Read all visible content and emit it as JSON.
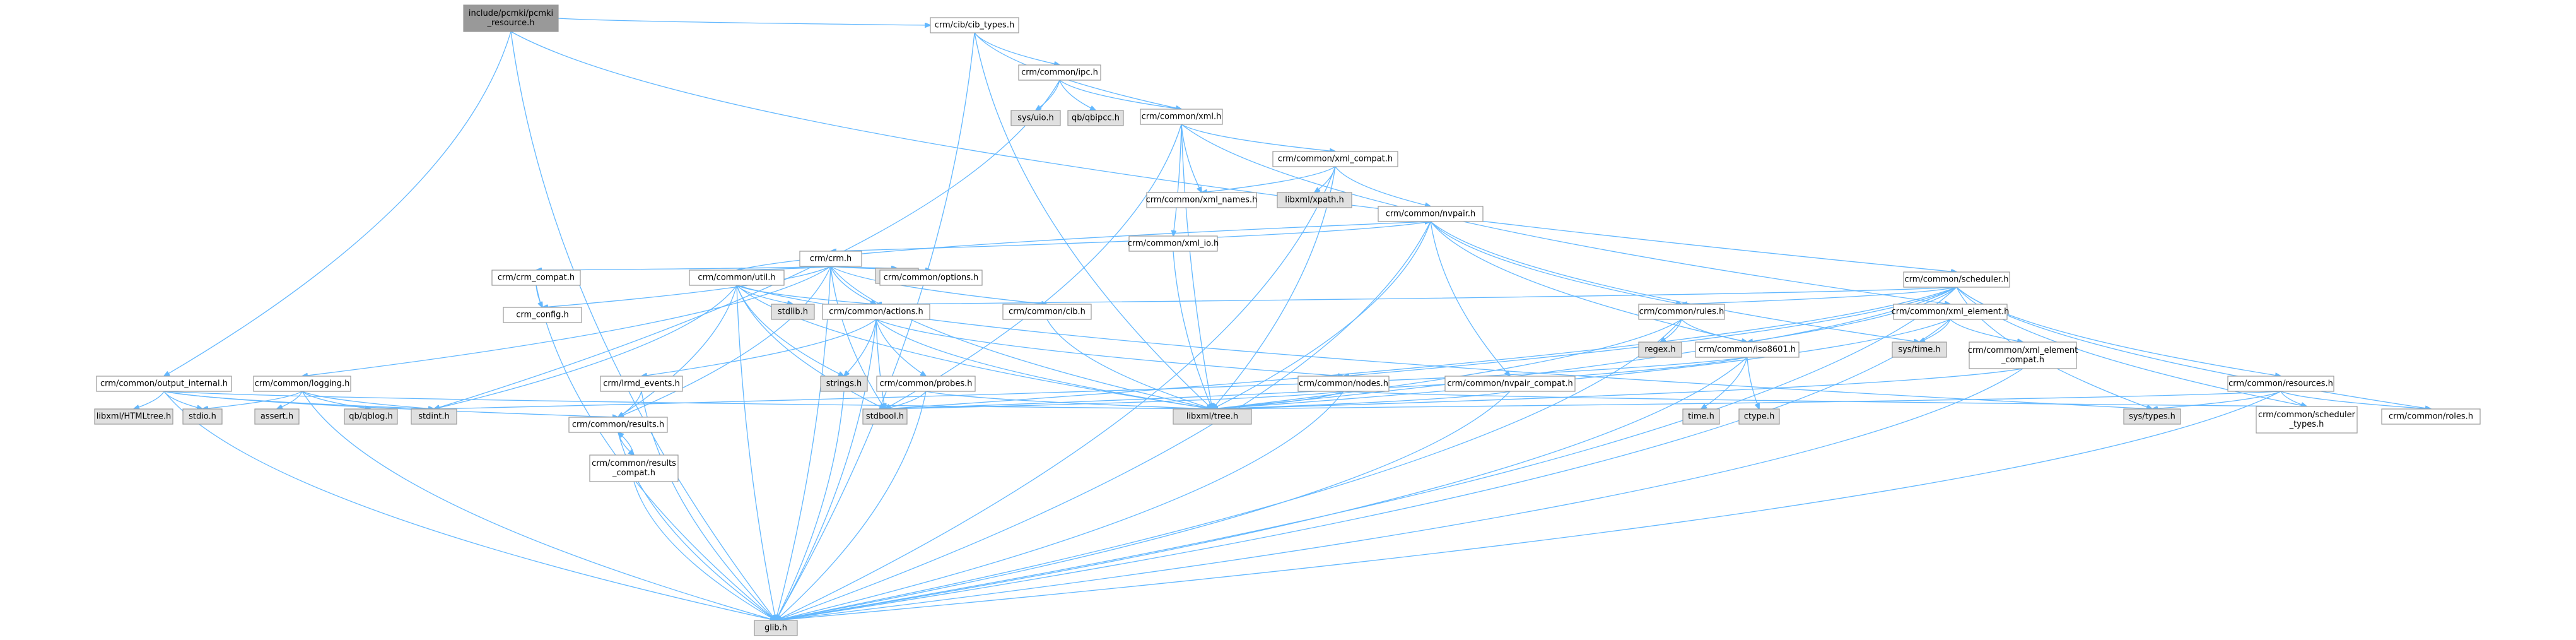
{
  "colors": {
    "root_fill": "#999999",
    "node_fill": "#ffffff",
    "system_fill": "#e0e0e0",
    "error_border": "#ff0000",
    "edge": "#63b8ff",
    "border": "#999999"
  },
  "nodes": [
    {
      "id": "root",
      "lines": [
        "include/pcmki/pcmki",
        "_resource.h"
      ],
      "kind": "root"
    },
    {
      "id": "cib_types",
      "lines": [
        "crm/cib/cib_types.h"
      ],
      "kind": "local"
    },
    {
      "id": "ipc",
      "lines": [
        "crm/common/ipc.h"
      ],
      "kind": "local"
    },
    {
      "id": "sysuio",
      "lines": [
        "sys/uio.h"
      ],
      "kind": "system"
    },
    {
      "id": "qbipcc",
      "lines": [
        "qb/qbipcc.h"
      ],
      "kind": "system"
    },
    {
      "id": "xml",
      "lines": [
        "crm/common/xml.h"
      ],
      "kind": "local"
    },
    {
      "id": "xml_compat",
      "lines": [
        "crm/common/xml_compat.h"
      ],
      "kind": "local"
    },
    {
      "id": "xml_names",
      "lines": [
        "crm/common/xml_names.h"
      ],
      "kind": "local"
    },
    {
      "id": "xpath",
      "lines": [
        "libxml/xpath.h"
      ],
      "kind": "system"
    },
    {
      "id": "nvpair",
      "lines": [
        "crm/common/nvpair.h"
      ],
      "kind": "local"
    },
    {
      "id": "xml_io",
      "lines": [
        "crm/common/xml_io.h"
      ],
      "kind": "local"
    },
    {
      "id": "crm",
      "lines": [
        "crm/crm.h"
      ],
      "kind": "local"
    },
    {
      "id": "string",
      "lines": [
        "string.h"
      ],
      "kind": "system"
    },
    {
      "id": "options",
      "lines": [
        "crm/common/options.h"
      ],
      "kind": "local"
    },
    {
      "id": "crm_compat",
      "lines": [
        "crm/crm_compat.h"
      ],
      "kind": "error"
    },
    {
      "id": "crm_config",
      "lines": [
        "crm_config.h"
      ],
      "kind": "local"
    },
    {
      "id": "util",
      "lines": [
        "crm/common/util.h"
      ],
      "kind": "error"
    },
    {
      "id": "stdlib",
      "lines": [
        "stdlib.h"
      ],
      "kind": "system"
    },
    {
      "id": "actions",
      "lines": [
        "crm/common/actions.h"
      ],
      "kind": "local"
    },
    {
      "id": "cib",
      "lines": [
        "crm/common/cib.h"
      ],
      "kind": "local"
    },
    {
      "id": "scheduler",
      "lines": [
        "crm/common/scheduler.h"
      ],
      "kind": "local"
    },
    {
      "id": "rules",
      "lines": [
        "crm/common/rules.h"
      ],
      "kind": "local"
    },
    {
      "id": "xml_element",
      "lines": [
        "crm/common/xml_element.h"
      ],
      "kind": "local"
    },
    {
      "id": "systime",
      "lines": [
        "sys/time.h"
      ],
      "kind": "system"
    },
    {
      "id": "regex",
      "lines": [
        "regex.h"
      ],
      "kind": "system"
    },
    {
      "id": "iso8601",
      "lines": [
        "crm/common/iso8601.h"
      ],
      "kind": "local"
    },
    {
      "id": "xml_element_compat",
      "lines": [
        "crm/common/xml_element",
        "_compat.h"
      ],
      "kind": "local"
    },
    {
      "id": "resources",
      "lines": [
        "crm/common/resources.h"
      ],
      "kind": "local"
    },
    {
      "id": "logging",
      "lines": [
        "crm/common/logging.h"
      ],
      "kind": "error"
    },
    {
      "id": "output_internal",
      "lines": [
        "crm/common/output_internal.h"
      ],
      "kind": "local"
    },
    {
      "id": "fmd_events",
      "lines": [
        "crm/lrmd_events.h"
      ],
      "kind": "local"
    },
    {
      "id": "strings",
      "lines": [
        "strings.h"
      ],
      "kind": "system"
    },
    {
      "id": "probes",
      "lines": [
        "crm/common/probes.h"
      ],
      "kind": "local"
    },
    {
      "id": "nodes",
      "lines": [
        "crm/common/nodes.h"
      ],
      "kind": "local"
    },
    {
      "id": "nvpair_compat",
      "lines": [
        "crm/common/nvpair_compat.h"
      ],
      "kind": "local"
    },
    {
      "id": "htmltree",
      "lines": [
        "libxml/HTMLtree.h"
      ],
      "kind": "system"
    },
    {
      "id": "stdio",
      "lines": [
        "stdio.h"
      ],
      "kind": "system"
    },
    {
      "id": "assert",
      "lines": [
        "assert.h"
      ],
      "kind": "system"
    },
    {
      "id": "qblog",
      "lines": [
        "qb/qblog.h"
      ],
      "kind": "system"
    },
    {
      "id": "stdint",
      "lines": [
        "stdint.h"
      ],
      "kind": "system"
    },
    {
      "id": "results",
      "lines": [
        "crm/common/results.h"
      ],
      "kind": "local"
    },
    {
      "id": "stdbool",
      "lines": [
        "stdbool.h"
      ],
      "kind": "system"
    },
    {
      "id": "libxmltree",
      "lines": [
        "libxml/tree.h"
      ],
      "kind": "system"
    },
    {
      "id": "time",
      "lines": [
        "time.h"
      ],
      "kind": "system"
    },
    {
      "id": "ctype",
      "lines": [
        "ctype.h"
      ],
      "kind": "system"
    },
    {
      "id": "systypes",
      "lines": [
        "sys/types.h"
      ],
      "kind": "system"
    },
    {
      "id": "scheduler_types",
      "lines": [
        "crm/common/scheduler",
        "_types.h"
      ],
      "kind": "local"
    },
    {
      "id": "roles",
      "lines": [
        "crm/common/roles.h"
      ],
      "kind": "local"
    },
    {
      "id": "results_compat",
      "lines": [
        "crm/common/results",
        "_compat.h"
      ],
      "kind": "local"
    },
    {
      "id": "glib",
      "lines": [
        "glib.h"
      ],
      "kind": "system"
    }
  ],
  "edges": [
    [
      "root",
      "cib_types"
    ],
    [
      "root",
      "scheduler"
    ],
    [
      "root",
      "output_internal"
    ],
    [
      "root",
      "glib"
    ],
    [
      "cib_types",
      "ipc"
    ],
    [
      "cib_types",
      "xml"
    ],
    [
      "cib_types",
      "libxmltree"
    ],
    [
      "cib_types",
      "glib"
    ],
    [
      "ipc",
      "sysuio"
    ],
    [
      "ipc",
      "qbipcc"
    ],
    [
      "ipc",
      "xml"
    ],
    [
      "ipc",
      "stdint"
    ],
    [
      "xml",
      "xml_compat"
    ],
    [
      "xml",
      "xml_names"
    ],
    [
      "xml",
      "xml_io"
    ],
    [
      "xml",
      "xml_element"
    ],
    [
      "xml",
      "libxmltree"
    ],
    [
      "xml",
      "stdbool"
    ],
    [
      "xml_compat",
      "xml_names"
    ],
    [
      "xml_compat",
      "xpath"
    ],
    [
      "xml_compat",
      "nvpair"
    ],
    [
      "xml_compat",
      "libxmltree"
    ],
    [
      "xml_compat",
      "glib"
    ],
    [
      "xml_io",
      "libxmltree"
    ],
    [
      "nvpair",
      "crm"
    ],
    [
      "nvpair",
      "rules"
    ],
    [
      "nvpair",
      "iso8601"
    ],
    [
      "nvpair",
      "nvpair_compat"
    ],
    [
      "nvpair",
      "systime"
    ],
    [
      "nvpair",
      "libxmltree"
    ],
    [
      "nvpair",
      "glib"
    ],
    [
      "crm",
      "string"
    ],
    [
      "crm",
      "options"
    ],
    [
      "crm",
      "crm_compat"
    ],
    [
      "crm",
      "crm_config"
    ],
    [
      "crm",
      "util"
    ],
    [
      "crm",
      "actions"
    ],
    [
      "crm",
      "cib"
    ],
    [
      "crm",
      "logging"
    ],
    [
      "crm",
      "results"
    ],
    [
      "crm",
      "stdbool"
    ],
    [
      "crm",
      "libxmltree"
    ],
    [
      "crm",
      "glib"
    ],
    [
      "crm_compat",
      "crm_config"
    ],
    [
      "crm_compat",
      "glib"
    ],
    [
      "util",
      "nvpair"
    ],
    [
      "util",
      "stdlib"
    ],
    [
      "util",
      "actions"
    ],
    [
      "util",
      "strings"
    ],
    [
      "util",
      "results"
    ],
    [
      "util",
      "stdint"
    ],
    [
      "util",
      "stdbool"
    ],
    [
      "util",
      "libxmltree"
    ],
    [
      "util",
      "glib"
    ],
    [
      "util",
      "systypes"
    ],
    [
      "actions",
      "fmd_events"
    ],
    [
      "actions",
      "strings"
    ],
    [
      "actions",
      "probes"
    ],
    [
      "actions",
      "nodes"
    ],
    [
      "actions",
      "stdbool"
    ],
    [
      "actions",
      "libxmltree"
    ],
    [
      "actions",
      "glib"
    ],
    [
      "cib",
      "libxmltree"
    ],
    [
      "scheduler",
      "actions"
    ],
    [
      "scheduler",
      "rules"
    ],
    [
      "scheduler",
      "iso8601"
    ],
    [
      "scheduler",
      "nodes"
    ],
    [
      "scheduler",
      "resources"
    ],
    [
      "scheduler",
      "roles"
    ],
    [
      "scheduler",
      "scheduler_types"
    ],
    [
      "scheduler",
      "stdbool"
    ],
    [
      "scheduler",
      "libxmltree"
    ],
    [
      "scheduler",
      "systypes"
    ],
    [
      "scheduler",
      "glib"
    ],
    [
      "rules",
      "regex"
    ],
    [
      "rules",
      "iso8601"
    ],
    [
      "rules",
      "libxmltree"
    ],
    [
      "rules",
      "glib"
    ],
    [
      "xml_element",
      "xml_element_compat"
    ],
    [
      "xml_element",
      "systime"
    ],
    [
      "xml_element",
      "libxmltree"
    ],
    [
      "xml_element",
      "glib"
    ],
    [
      "iso8601",
      "time"
    ],
    [
      "iso8601",
      "ctype"
    ],
    [
      "iso8601",
      "stdint"
    ],
    [
      "iso8601",
      "stdbool"
    ],
    [
      "iso8601",
      "glib"
    ],
    [
      "xml_element_compat",
      "libxmltree"
    ],
    [
      "xml_element_compat",
      "glib"
    ],
    [
      "resources",
      "systypes"
    ],
    [
      "resources",
      "roles"
    ],
    [
      "resources",
      "scheduler_types"
    ],
    [
      "resources",
      "libxmltree"
    ],
    [
      "resources",
      "glib"
    ],
    [
      "logging",
      "stdio"
    ],
    [
      "logging",
      "assert"
    ],
    [
      "logging",
      "qblog"
    ],
    [
      "logging",
      "stdint"
    ],
    [
      "logging",
      "glib"
    ],
    [
      "output_internal",
      "htmltree"
    ],
    [
      "output_internal",
      "stdio"
    ],
    [
      "output_internal",
      "stdint"
    ],
    [
      "output_internal",
      "results"
    ],
    [
      "output_internal",
      "libxmltree"
    ],
    [
      "output_internal",
      "glib"
    ],
    [
      "fmd_events",
      "results"
    ],
    [
      "fmd_events",
      "glib"
    ],
    [
      "strings",
      "glib"
    ],
    [
      "probes",
      "stdbool"
    ],
    [
      "probes",
      "libxmltree"
    ],
    [
      "probes",
      "glib"
    ],
    [
      "nodes",
      "stdbool"
    ],
    [
      "nodes",
      "scheduler_types"
    ],
    [
      "nodes",
      "libxmltree"
    ],
    [
      "nodes",
      "glib"
    ],
    [
      "nvpair_compat",
      "libxmltree"
    ],
    [
      "nvpair_compat",
      "glib"
    ],
    [
      "results",
      "results_compat"
    ],
    [
      "results",
      "glib"
    ],
    [
      "results_compat",
      "results"
    ],
    [
      "results_compat",
      "glib"
    ]
  ]
}
